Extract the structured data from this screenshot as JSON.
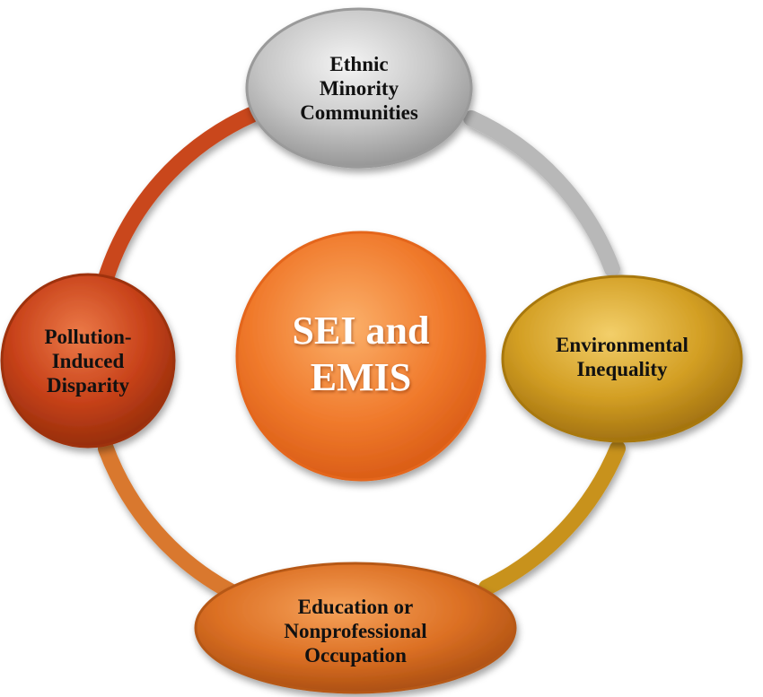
{
  "center": {
    "label": "SEI and\nEMIS"
  },
  "nodes": {
    "top": {
      "label": "Ethnic\nMinority\nCommunities"
    },
    "right": {
      "label": "Environmental\nInequality"
    },
    "bottom": {
      "label": "Education or\nNonprofessional\nOccupation"
    },
    "left": {
      "label": "Pollution-\nInduced\nDisparity"
    }
  },
  "colors": {
    "ring_top_left": "#c9461a",
    "ring_top_right": "#b8b8b8",
    "ring_bottom_right": "#c8921e",
    "ring_bottom_left": "#d9782e",
    "center": "#f07a2c",
    "top": "#bdbdbd",
    "right": "#c99418",
    "bottom": "#d86d22",
    "left": "#c23c14"
  }
}
